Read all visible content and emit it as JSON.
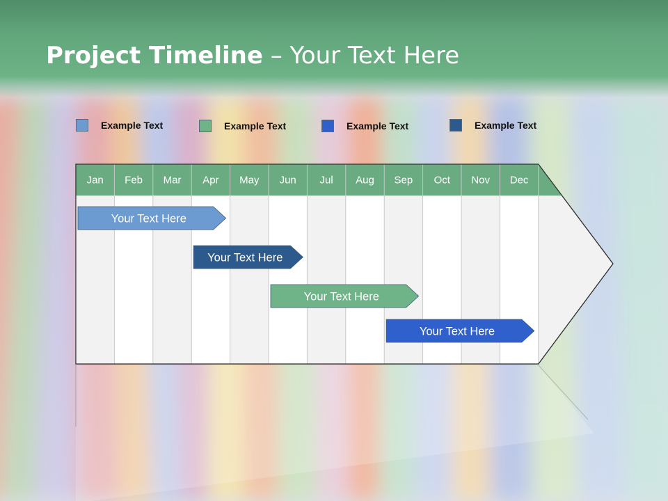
{
  "slide": {
    "title_bold": "Project Timeline",
    "title_rest": " – Your Text Here"
  },
  "legend": [
    {
      "label": "Example Text",
      "color": "#6b9bd0"
    },
    {
      "label": "Example Text",
      "color": "#6fb389"
    },
    {
      "label": "Example Text",
      "color": "#3060cc"
    },
    {
      "label": "Example Text",
      "color": "#2d5a8c"
    }
  ],
  "timeline": {
    "months": [
      "Jan",
      "Feb",
      "Mar",
      "Apr",
      "May",
      "Jun",
      "Jul",
      "Aug",
      "Sep",
      "Oct",
      "Nov",
      "Dec"
    ],
    "header_color": "#6aab82",
    "tasks": [
      {
        "label": "Your  Text Here",
        "start": "Jan",
        "end": "Apr",
        "color": "#6b9bd0"
      },
      {
        "label": "Your  Text Here",
        "start": "Apr",
        "end": "Jun",
        "color": "#2d5a8c"
      },
      {
        "label": "Your  Text Here",
        "start": "Jun",
        "end": "Sep",
        "color": "#6fb389"
      },
      {
        "label": "Your  Text Here",
        "start": "Sep",
        "end": "Dec",
        "color": "#3060cc"
      }
    ]
  }
}
